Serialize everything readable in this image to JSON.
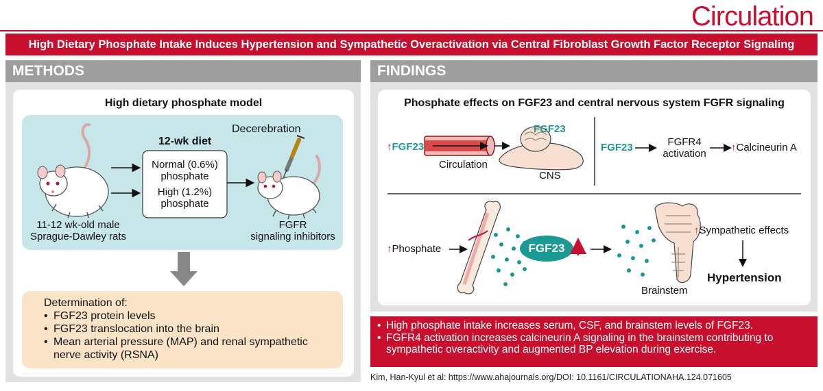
{
  "brand": "Circulation",
  "title": "High Dietary Phosphate Intake Induces Hypertension and Sympathetic Overactivation via Central Fibroblast Growth Factor Receptor Signaling",
  "methods": {
    "header": "METHODS",
    "model_title": "High dietary phosphate model",
    "rat_label_1": "11-12 wk-old male",
    "rat_label_2": "Sprague-Dawley rats",
    "diet_title": "12-wk diet",
    "normal_1": "Normal (0.6%)",
    "normal_2": "phosphate",
    "high_1": "High (1.2%)",
    "high_2": "phosphate",
    "decerebration": "Decerebration",
    "fgfr_1": "FGFR",
    "fgfr_2": "signaling inhibitors",
    "determination_title": "Determination of:",
    "determination_items": [
      "FGF23 protein levels",
      "FGF23 translocation into the brain",
      "Mean arterial pressure (MAP) and renal sympathetic"
    ],
    "determination_cont": "nerve activity (RSNA)"
  },
  "findings": {
    "header": "FINDINGS",
    "panel_title": "Phosphate effects on FGF23 and central nervous system FGFR signaling",
    "up_arrow": "↑",
    "fgf23": "FGF23",
    "circulation": "Circulation",
    "cns": "CNS",
    "fgfr4_1": "FGFR4",
    "fgfr4_2": "activation",
    "calcineurin": "Calcineurin A",
    "phosphate": "Phosphate",
    "fgf23_oval": "FGF23",
    "sympathetic": "Sympathetic effects",
    "hypertension": "Hypertension",
    "brainstem": "Brainstem",
    "conclusions": [
      "High phosphate intake increases serum, CSF, and brainstem levels of FGF23.",
      "FGFR4 activation increases calcineurin A signaling in the brainstem contributing to sympathetic overactivity and augmented BP elevation during exercise."
    ]
  },
  "citation": "Kim, Han-Kyul et al: https://www.ahajournals.org/DOI: 10.1161/CIRCULATIONAHA.124.071605",
  "colors": {
    "brand_red": "#c8102e",
    "teal": "#1a9a92",
    "light_blue": "#c7e6ea",
    "peach": "#fbe3c8",
    "panel_gray": "#e1e1e1",
    "header_gray": "#9e9e9e"
  }
}
